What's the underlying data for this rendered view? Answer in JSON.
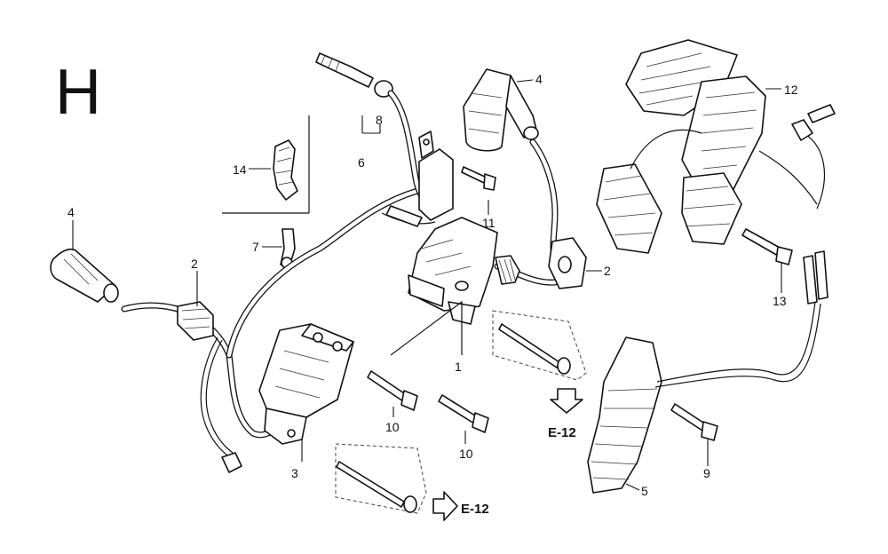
{
  "section_letter": "H",
  "callouts": [
    "1",
    "2",
    "2",
    "3",
    "4",
    "4",
    "5",
    "6",
    "7",
    "8",
    "9",
    "10",
    "10",
    "11",
    "12",
    "13",
    "14"
  ],
  "references": [
    "E-12",
    "E-12"
  ]
}
